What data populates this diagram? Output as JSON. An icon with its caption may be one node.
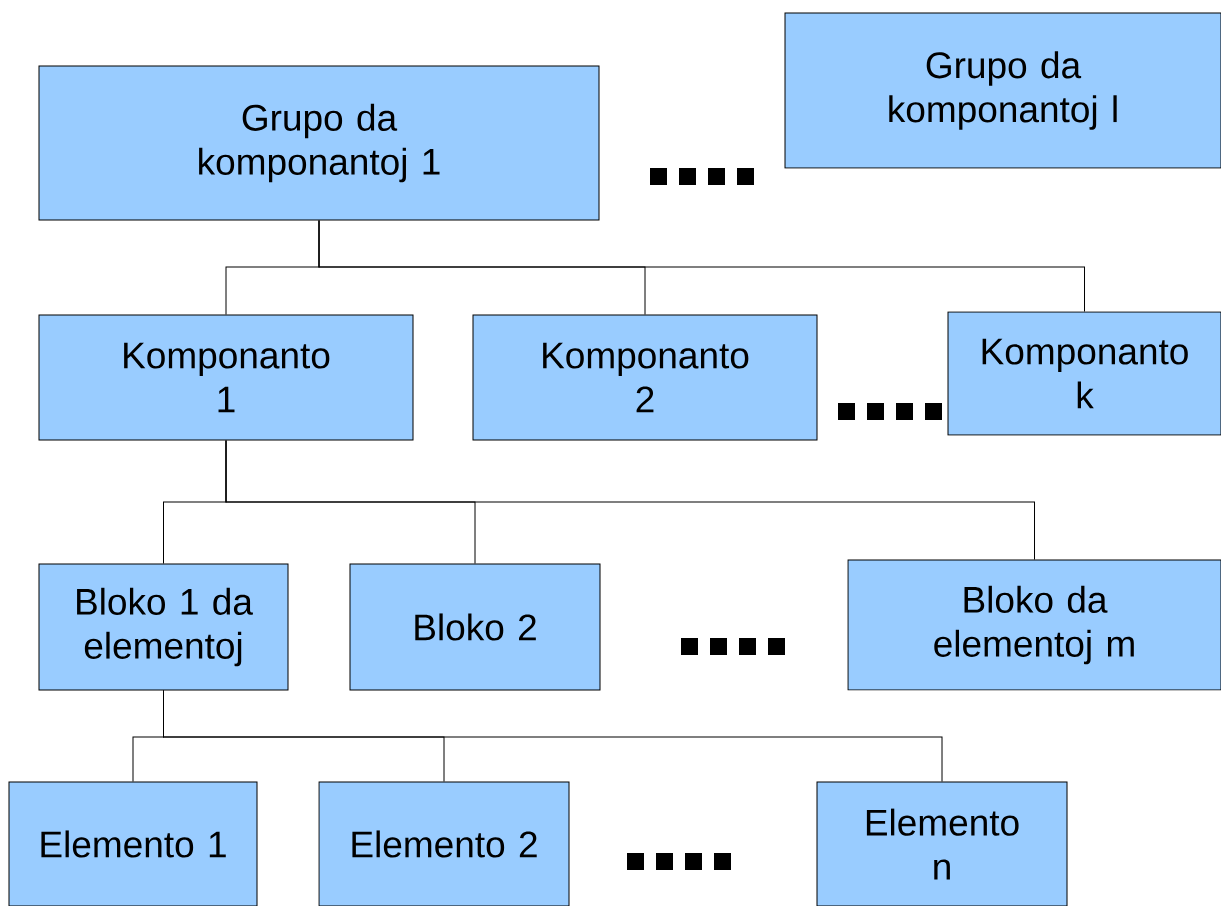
{
  "diagram": {
    "nodes": [
      {
        "text": [
          "Grupo da komponantoj 1"
        ]
      },
      {
        "text": [
          "Grupo da komponantoj l"
        ]
      },
      {
        "text": [
          "Komponanto 1"
        ]
      },
      {
        "text": [
          "Komponanto 2"
        ]
      },
      {
        "text": [
          "Komponanto k"
        ]
      },
      {
        "text": [
          "Bloko 1 da elementoj"
        ]
      },
      {
        "text": [
          "Bloko 2"
        ]
      },
      {
        "text": [
          "Bloko da elementoj m"
        ]
      },
      {
        "text": [
          "Elemento 1"
        ]
      },
      {
        "text": [
          "Elemento 2"
        ]
      },
      {
        "text": [
          "Elemento n"
        ]
      }
    ],
    "edges": [
      {
        "from": 0,
        "to": 2,
        "arrow": "none"
      },
      {
        "from": 0,
        "to": 3,
        "arrow": "none"
      },
      {
        "from": 0,
        "to": 4,
        "arrow": "none"
      },
      {
        "from": 2,
        "to": 5,
        "arrow": "none"
      },
      {
        "from": 2,
        "to": 6,
        "arrow": "none"
      },
      {
        "from": 2,
        "to": 7,
        "arrow": "none"
      },
      {
        "from": 5,
        "to": 8,
        "arrow": "none"
      },
      {
        "from": 5,
        "to": 9,
        "arrow": "none"
      },
      {
        "from": 5,
        "to": 10,
        "arrow": "none"
      }
    ]
  }
}
